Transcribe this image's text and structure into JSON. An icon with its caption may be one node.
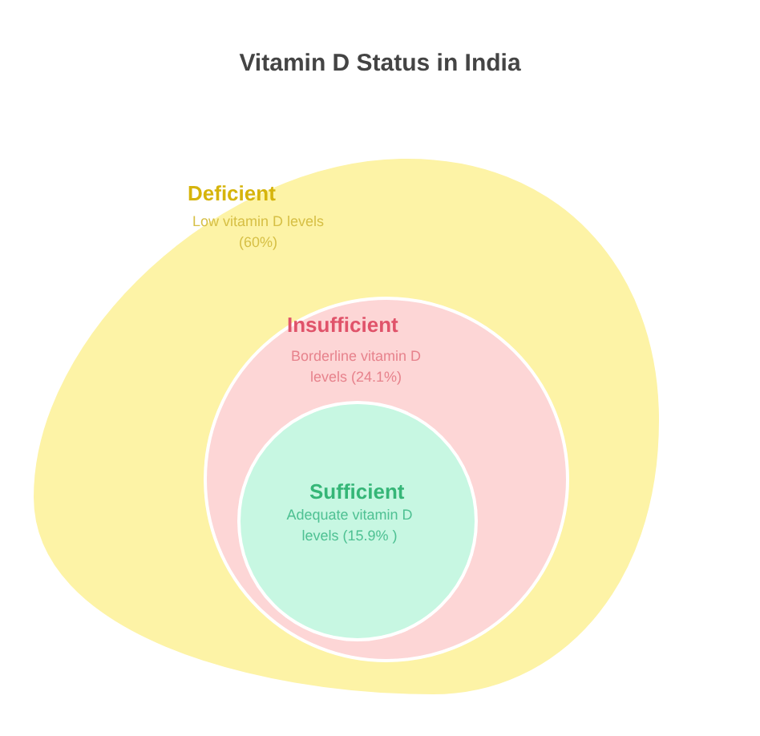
{
  "diagram": {
    "title": "Vitamin D Status in India",
    "nodes": [
      {
        "text": [
          "Deficient",
          "Low vitamin D levels (60%)"
        ]
      },
      {
        "text": [
          "Insufficient",
          "Borderline vitamin D levels (24.1%)"
        ],
        "in": 0
      },
      {
        "text": [
          "Sufficient",
          "Adequate vitamin D levels (15.9% )"
        ],
        "in": 1
      }
    ]
  }
}
